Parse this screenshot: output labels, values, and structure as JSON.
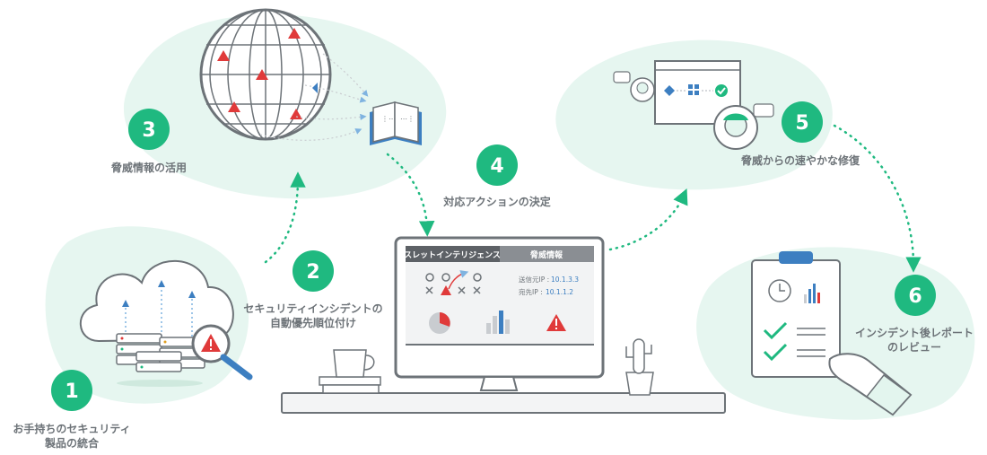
{
  "steps": [
    {
      "number": "1",
      "label_line1": "お手持ちのセキュリティ",
      "label_line2": "製品の統合"
    },
    {
      "number": "2",
      "label_line1": "セキュリティインシデントの",
      "label_line2": "自動優先順位付け"
    },
    {
      "number": "3",
      "label_line1": "脅威情報の活用",
      "label_line2": ""
    },
    {
      "number": "4",
      "label_line1": "対応アクションの決定",
      "label_line2": ""
    },
    {
      "number": "5",
      "label_line1": "脅威からの速やかな修復",
      "label_line2": ""
    },
    {
      "number": "6",
      "label_line1": "インシデント後レポート",
      "label_line2": "のレビュー"
    }
  ],
  "monitor": {
    "tab_left": "スレットインテリジェンス",
    "tab_right": "脅威情報",
    "source_ip_label": "送信元IP :",
    "source_ip": "10.1.3.3",
    "dest_ip_label": "宛先IP :",
    "dest_ip": "10.1.1.2"
  },
  "icons": [
    "cloud-icon",
    "server-icon",
    "magnifier-icon",
    "globe-icon",
    "warning-icon",
    "book-icon",
    "workflow-icon",
    "checkmark-icon",
    "clipboard-icon",
    "clock-icon",
    "bar-chart-icon",
    "pie-chart-icon",
    "mug-icon",
    "cactus-icon",
    "hand-icon"
  ],
  "colors": {
    "badge": "#1fb980",
    "blob": "#e3f5ee",
    "accent_blue": "#3d7fc1",
    "alert_red": "#e03a3a",
    "outline": "#6d7378",
    "dots": "#1fb980"
  }
}
